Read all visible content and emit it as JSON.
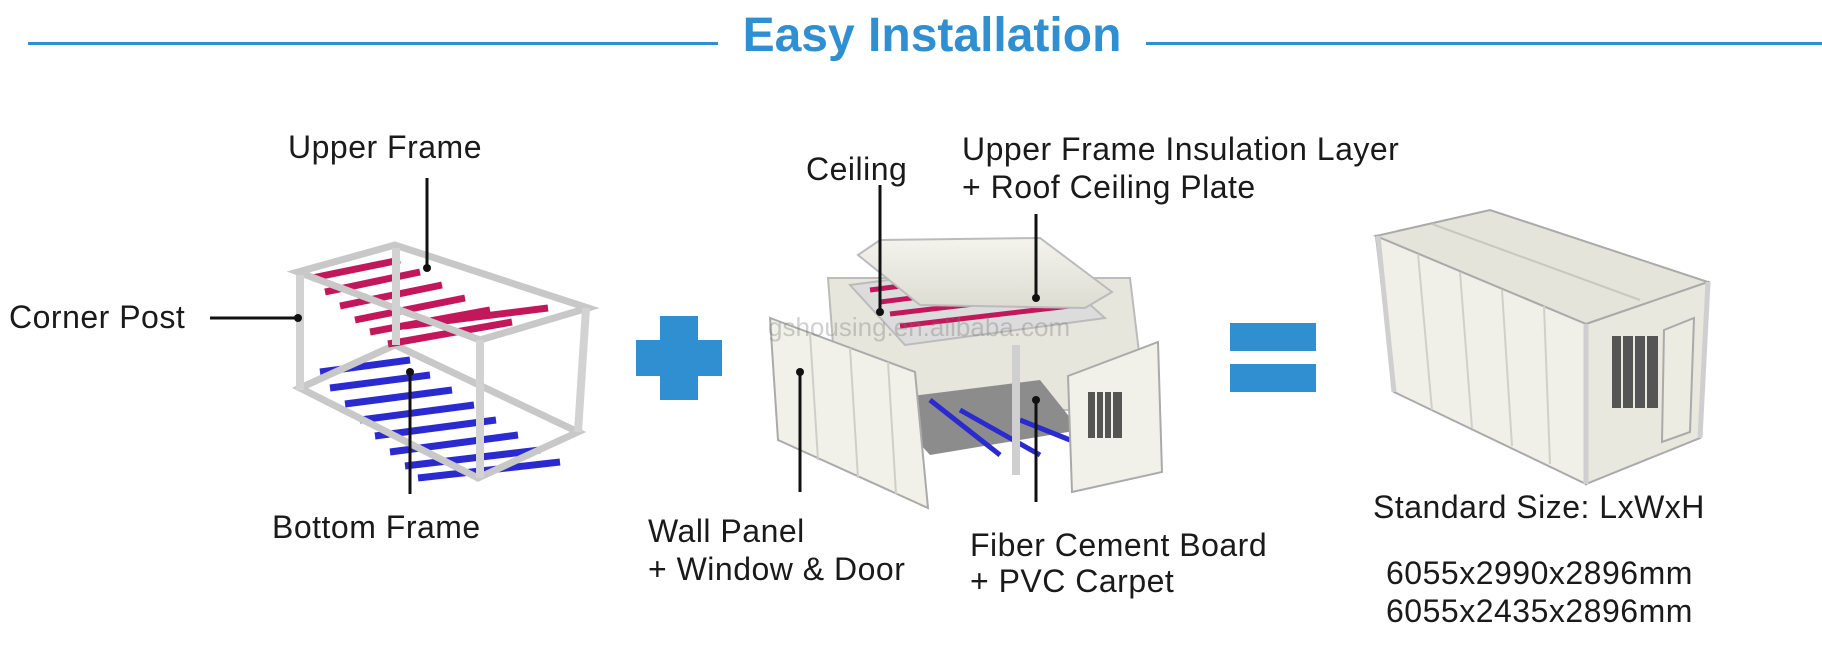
{
  "header": {
    "title": "Easy Installation"
  },
  "stage1": {
    "upper_frame": "Upper Frame",
    "corner_post": "Corner Post",
    "bottom_frame": "Bottom Frame"
  },
  "stage2": {
    "ceiling": "Ceiling",
    "insulation_line1": "Upper Frame Insulation Layer",
    "insulation_line2": "+ Roof Ceiling Plate",
    "wall_line1": "Wall Panel",
    "wall_line2": "+ Window & Door",
    "floor_line1": "Fiber Cement Board",
    "floor_line2": "+ PVC Carpet"
  },
  "stage3": {
    "standard_size": "Standard Size: LxWxH",
    "size1": "6055x2990x2896mm",
    "size2": "6055x2435x2896mm"
  },
  "watermark": "gshousing.en.alibaba.com",
  "colors": {
    "accent": "#2f8fd0",
    "upper_beams": "#c2185b",
    "bottom_beams": "#2a2ad0",
    "frame": "#e8e8e8",
    "panel": "#efefe6"
  },
  "icons": {
    "plus": "plus-icon",
    "equals": "equals-icon"
  }
}
